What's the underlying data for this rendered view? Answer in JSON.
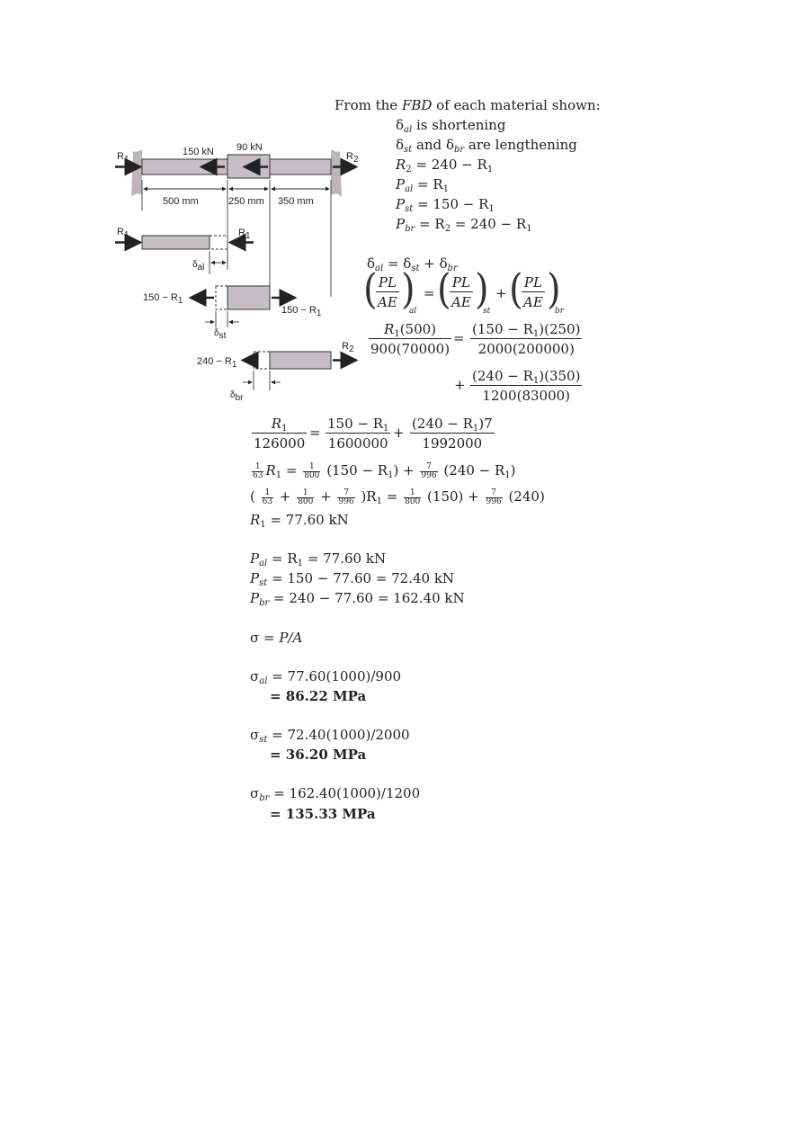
{
  "intro": {
    "line1": "From the ",
    "line1_fbd": "FBD",
    "line1_rest": " of each material shown:",
    "al_short": " is shortening",
    "and": " and ",
    "are_long": " are lengthening",
    "r2_eq": " = 240 − R",
    "pal_eq": " = R",
    "pst_eq": " = 150 − R",
    "pbr_eq": " = R",
    "pbr_eq2": " = 240 − R"
  },
  "diagram": {
    "force_150kn": "150 kN",
    "force_90kn": "90 kN",
    "r1": "R",
    "r2": "R",
    "dim_500": "500 mm",
    "dim_250": "250 mm",
    "dim_350": "350 mm",
    "fbd_st_left": "150 − R",
    "fbd_st_right": "150 − R",
    "fbd_br_left": "240 − R",
    "delta": "δ",
    "sub_al": "al",
    "sub_st": "st",
    "sub_br": "br"
  },
  "compat": {
    "eq1": " = δ",
    "eq1b": " + δ",
    "pl": "PL",
    "ae": "AE",
    "frac1_num": "R",
    "frac1_num_rest": "(500)",
    "frac1_den": "900(70000)",
    "frac2_num": "(150 − R",
    "frac2_num_rest": ")(250)",
    "frac2_den": "2000(200000)",
    "frac3_num": "(240 − R",
    "frac3_num_rest": ")(350)",
    "frac3_den": "1200(83000)"
  },
  "simplify": {
    "a_num": "R",
    "a_den": "126000",
    "b_num": "150 − R",
    "b_den": "1600000",
    "c_num": "(240 − R",
    "c_num_rest": ")7",
    "c_den": "1992000",
    "s1_a": "1",
    "s1_b": "63",
    "s2_a": "1",
    "s2_b": "800",
    "s3_a": "7",
    "s3_b": "996",
    "line2_mid": " (150 − R",
    "line2_end": " (240 − R",
    "line3_r": ")R",
    "line3_eq": " = ",
    "line3_150": " (150) + ",
    "line3_240": " (240)",
    "r1_result": " = 77.60 kN"
  },
  "loads": {
    "pal": " = R",
    "pal_rest": " = 77.60 kN",
    "pst": " = 150 − 77.60 = 72.40 kN",
    "pbr": " = 240 − 77.60 = 162.40 kN"
  },
  "stress": {
    "sigma_def": "σ = ",
    "sigma_pa": "P/A",
    "sal": " = 77.60(1000)/900",
    "sal_res": "= 86.22 MPa",
    "sst": " = 72.40(1000)/2000",
    "sst_res": "= 36.20 MPa",
    "sbr": " = 162.40(1000)/1200",
    "sbr_res": "= 135.33 MPa"
  },
  "colors": {
    "bar_fill": "#c8bfc6",
    "wall": "#bdb5bc",
    "ink": "#222222"
  }
}
